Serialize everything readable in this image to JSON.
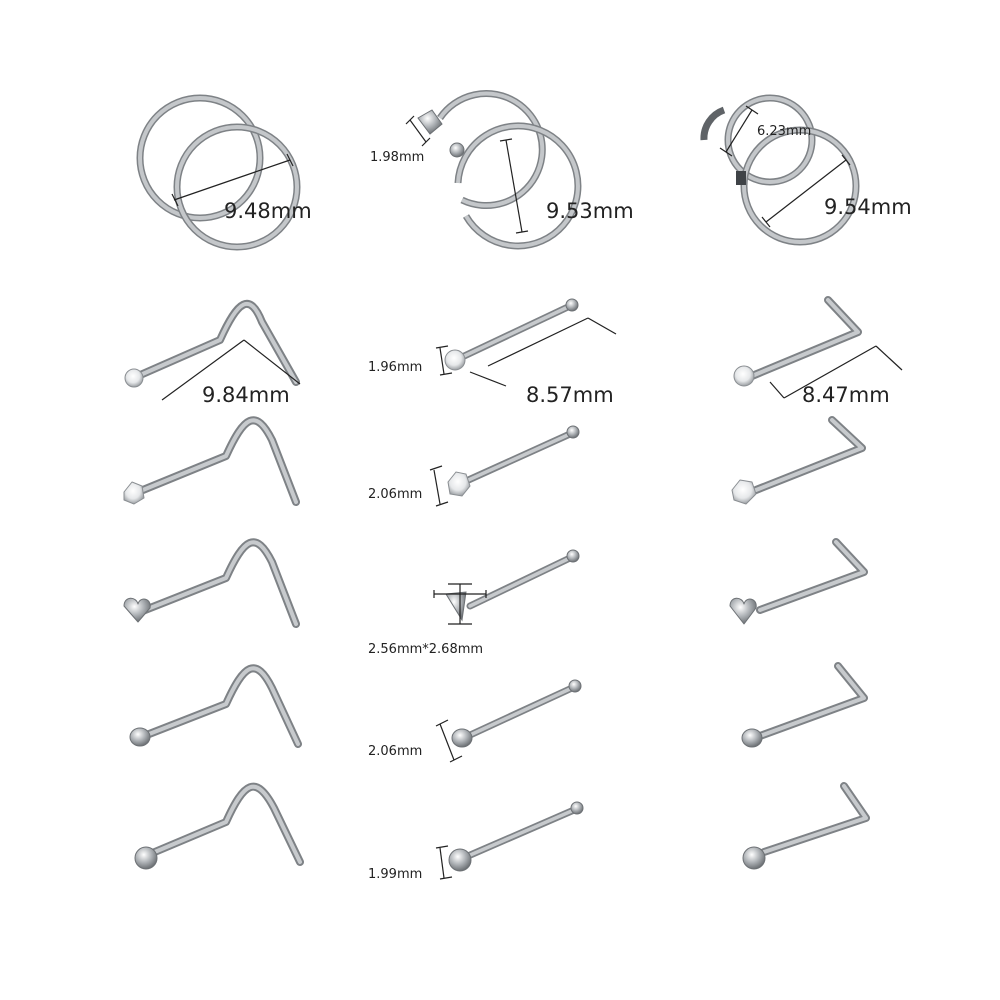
{
  "colors": {
    "metal": "#b4b7ba",
    "metal_dark": "#7e8286",
    "line": "#222222",
    "background": "#ffffff"
  },
  "rings": {
    "seamless": "9.48mm",
    "open_diameter": "9.53mm",
    "open_bead": "1.98mm",
    "hinged_inner": "6.23mm",
    "hinged_outer": "9.54mm"
  },
  "pins": {
    "screw_length": "9.84mm",
    "bone_length": "8.57mm",
    "l_shape_length": "8.47mm",
    "gem_round": "1.96mm",
    "gem_prong": "2.06mm",
    "heart": "2.56mm*2.68mm",
    "flat_disc": "2.06mm",
    "ball": "1.99mm"
  }
}
